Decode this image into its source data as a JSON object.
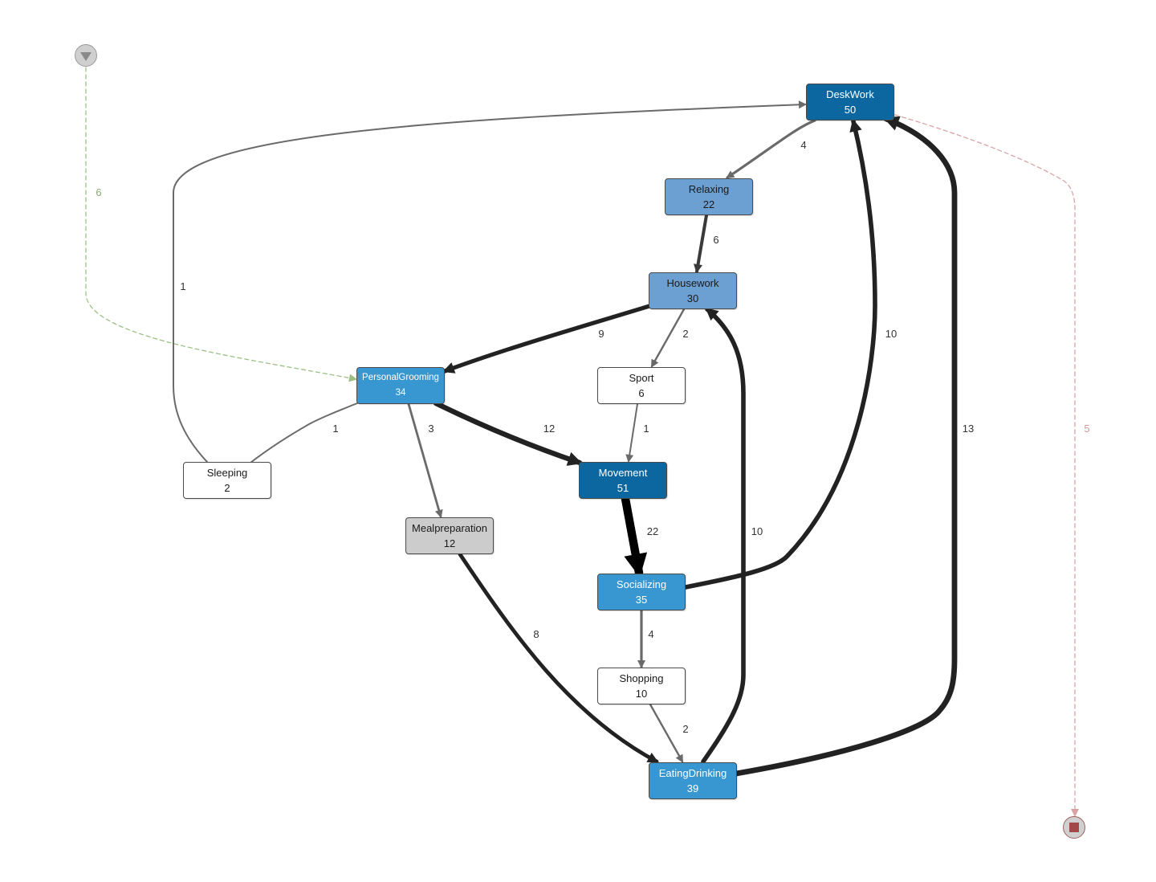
{
  "start": {
    "icon": "start-triangle-icon"
  },
  "end": {
    "icon": "end-square-icon"
  },
  "nodes": {
    "deskwork": {
      "label": "DeskWork",
      "count": "50",
      "fill": "#0c67a1",
      "text": "#ffffff"
    },
    "relaxing": {
      "label": "Relaxing",
      "count": "22",
      "fill": "#6c9fd2",
      "text": "#1a1a1a"
    },
    "housework": {
      "label": "Housework",
      "count": "30",
      "fill": "#6c9fd2",
      "text": "#1a1a1a"
    },
    "personalgrooming": {
      "label": "PersonalGrooming",
      "count": "34",
      "fill": "#3896d1",
      "text": "#ffffff"
    },
    "sport": {
      "label": "Sport",
      "count": "6",
      "fill": "#ffffff",
      "text": "#1a1a1a"
    },
    "sleeping": {
      "label": "Sleeping",
      "count": "2",
      "fill": "#ffffff",
      "text": "#1a1a1a"
    },
    "movement": {
      "label": "Movement",
      "count": "51",
      "fill": "#0c67a1",
      "text": "#ffffff"
    },
    "mealpreparation": {
      "label": "Mealpreparation",
      "count": "12",
      "fill": "#cccccc",
      "text": "#1a1a1a"
    },
    "socializing": {
      "label": "Socializing",
      "count": "35",
      "fill": "#3896d1",
      "text": "#ffffff"
    },
    "shopping": {
      "label": "Shopping",
      "count": "10",
      "fill": "#ffffff",
      "text": "#1a1a1a"
    },
    "eatingdrinking": {
      "label": "EatingDrinking",
      "count": "39",
      "fill": "#3896d1",
      "text": "#ffffff"
    }
  },
  "edges": [
    {
      "id": "start-personalgrooming",
      "from": "start",
      "to": "personalgrooming",
      "value": 6,
      "label": "6",
      "style": "start"
    },
    {
      "id": "deskwork-relaxing",
      "from": "deskwork",
      "to": "relaxing",
      "value": 4,
      "label": "4"
    },
    {
      "id": "relaxing-housework",
      "from": "relaxing",
      "to": "housework",
      "value": 6,
      "label": "6"
    },
    {
      "id": "housework-personalgrooming",
      "from": "housework",
      "to": "personalgrooming",
      "value": 9,
      "label": "9"
    },
    {
      "id": "housework-sport",
      "from": "housework",
      "to": "sport",
      "value": 2,
      "label": "2"
    },
    {
      "id": "sport-movement",
      "from": "sport",
      "to": "movement",
      "value": 1,
      "label": "1"
    },
    {
      "id": "personalgrooming-sleeping",
      "from": "personalgrooming",
      "to": "sleeping",
      "value": 1,
      "label": "1"
    },
    {
      "id": "sleeping-deskwork",
      "from": "sleeping",
      "to": "deskwork",
      "value": 1,
      "label": "1"
    },
    {
      "id": "personalgrooming-mealpreparation",
      "from": "personalgrooming",
      "to": "mealpreparation",
      "value": 3,
      "label": "3"
    },
    {
      "id": "personalgrooming-movement",
      "from": "personalgrooming",
      "to": "movement",
      "value": 12,
      "label": "12"
    },
    {
      "id": "movement-socializing",
      "from": "movement",
      "to": "socializing",
      "value": 22,
      "label": "22"
    },
    {
      "id": "socializing-deskwork",
      "from": "socializing",
      "to": "deskwork",
      "value": 10,
      "label": "10"
    },
    {
      "id": "socializing-shopping",
      "from": "socializing",
      "to": "shopping",
      "value": 4,
      "label": "4"
    },
    {
      "id": "shopping-eatingdrinking",
      "from": "shopping",
      "to": "eatingdrinking",
      "value": 2,
      "label": "2"
    },
    {
      "id": "mealpreparation-eatingdrinking",
      "from": "mealpreparation",
      "to": "eatingdrinking",
      "value": 8,
      "label": "8"
    },
    {
      "id": "eatingdrinking-housework",
      "from": "eatingdrinking",
      "to": "housework",
      "value": 10,
      "label": "10"
    },
    {
      "id": "eatingdrinking-deskwork",
      "from": "eatingdrinking",
      "to": "deskwork",
      "value": 13,
      "label": "13"
    },
    {
      "id": "deskwork-end",
      "from": "deskwork",
      "to": "end",
      "value": 5,
      "label": "5",
      "style": "end"
    }
  ],
  "colors": {
    "start_edge": "#9cbf86",
    "end_edge": "#d8a3a3"
  }
}
